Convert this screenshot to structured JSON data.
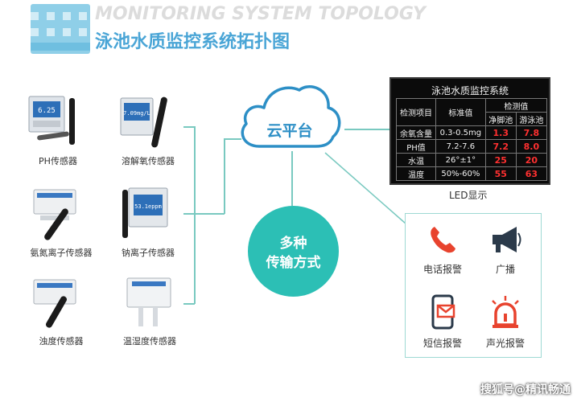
{
  "header": {
    "title_en": "MONITORING SYSTEM TOPOLOGY",
    "title_cn": "泳池水质监控系统拓扑图"
  },
  "sensors": [
    {
      "label": "PH传感器",
      "icon": "ph-sensor-icon",
      "screen": "6.25"
    },
    {
      "label": "溶解氧传感器",
      "icon": "dissolved-oxygen-sensor-icon",
      "screen": "7.09mg/L"
    },
    {
      "label": "氨氮离子传感器",
      "icon": "ammonia-sensor-icon",
      "screen": ""
    },
    {
      "label": "钠离子传感器",
      "icon": "sodium-ion-sensor-icon",
      "screen": "53.1eppm"
    },
    {
      "label": "浊度传感器",
      "icon": "turbidity-sensor-icon",
      "screen": ""
    },
    {
      "label": "温湿度传感器",
      "icon": "temp-humidity-sensor-icon",
      "screen": ""
    }
  ],
  "cloud": {
    "label": "云平台",
    "icon": "cloud-icon"
  },
  "transport": {
    "line1": "多种",
    "line2": "传输方式"
  },
  "led_panel": {
    "title": "泳池水质监控系统",
    "header": {
      "item": "检测项目",
      "standard": "标准值",
      "measured": "检测值",
      "foot_pool": "净脚池",
      "swim_pool": "游泳池"
    },
    "rows": [
      {
        "item": "余氧含量",
        "standard": "0.3-0.5mg",
        "foot_pool": "1.3",
        "swim_pool": "7.8"
      },
      {
        "item": "PH值",
        "standard": "7.2-7.6",
        "foot_pool": "7.2",
        "swim_pool": "8.0"
      },
      {
        "item": "水温",
        "standard": "26°±1°",
        "foot_pool": "25",
        "swim_pool": "20"
      },
      {
        "item": "温度",
        "standard": "50%-60%",
        "foot_pool": "55",
        "swim_pool": "63"
      }
    ],
    "caption": "LED显示"
  },
  "alarms": [
    {
      "label": "电话报警",
      "icon": "phone-icon"
    },
    {
      "label": "广播",
      "icon": "megaphone-icon"
    },
    {
      "label": "短信报警",
      "icon": "sms-icon"
    },
    {
      "label": "声光报警",
      "icon": "siren-icon"
    }
  ],
  "footer": {
    "watermark": "搜狐号@精讯畅通"
  },
  "colors": {
    "accent_blue": "#4aa5d6",
    "teal": "#2cbfb5",
    "line": "#79c9c0",
    "alarm_red": "#e8432e",
    "icon_dark": "#2b3a4a"
  }
}
